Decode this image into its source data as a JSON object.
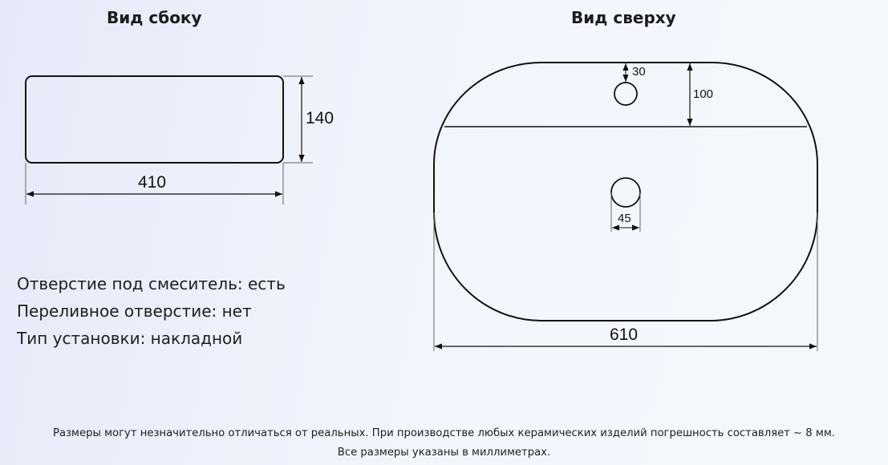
{
  "side_view": {
    "title": "Вид сбоку",
    "width_label": "410",
    "height_label": "140"
  },
  "top_view": {
    "title": "Вид сверху",
    "length_label": "610",
    "faucet_hole_offset_label": "30",
    "deck_depth_label": "100",
    "drain_diameter_label": "45"
  },
  "specs": [
    {
      "text": "Отверстие под смеситель: есть"
    },
    {
      "text": "Переливное отверстие: нет"
    },
    {
      "text": "Тип установки: накладной"
    }
  ],
  "footer": {
    "line1": "Размеры могут незначительно отличаться от реальных. При производстве любых керамических изделий погрешность составляет ~ 8 мм.",
    "line2": "Все размеры указаны в миллиметрах."
  },
  "colors": {
    "line": "#111111",
    "dim_line": "#555555",
    "background_left": "#e6e9f8",
    "background_right": "#f4f8fd"
  }
}
